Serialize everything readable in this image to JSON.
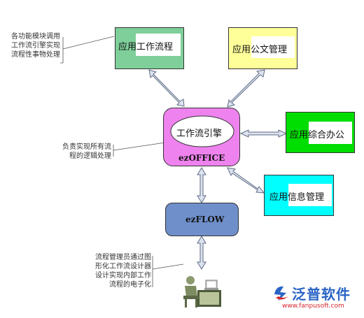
{
  "nodes": {
    "workflow_app": "应用工作流程",
    "document_app": "应用公文管理",
    "office_app": "应用综合办公",
    "info_app": "应用信息管理",
    "engine_title": "工作流引擎",
    "engine_name": "ezOFFICE",
    "flow_name": "ezFLOW"
  },
  "notes": {
    "modules": [
      "各功能模块调用",
      "工作流引擎实现",
      "流程性事物处理"
    ],
    "engine": [
      "负责实现所有流",
      "程的逻辑处理"
    ],
    "admin": [
      "流程管理员通过图",
      "形化工作流设计器",
      "设计实现内部工作",
      "流程的电子化"
    ]
  },
  "logo": {
    "brand": "泛普软件",
    "url": "www.fanpusoft.com"
  },
  "colors": {
    "workflow_box": "#7ecf9a",
    "document_box": "#ffff99",
    "engine_box": "#ee82ee",
    "office_box": "#00dd00",
    "info_box": "#00ffff",
    "flow_box": "#6f8fca",
    "arrow": "#dde3ee",
    "logo_blue": "#2a64c4",
    "logo_red": "#d8262c"
  }
}
